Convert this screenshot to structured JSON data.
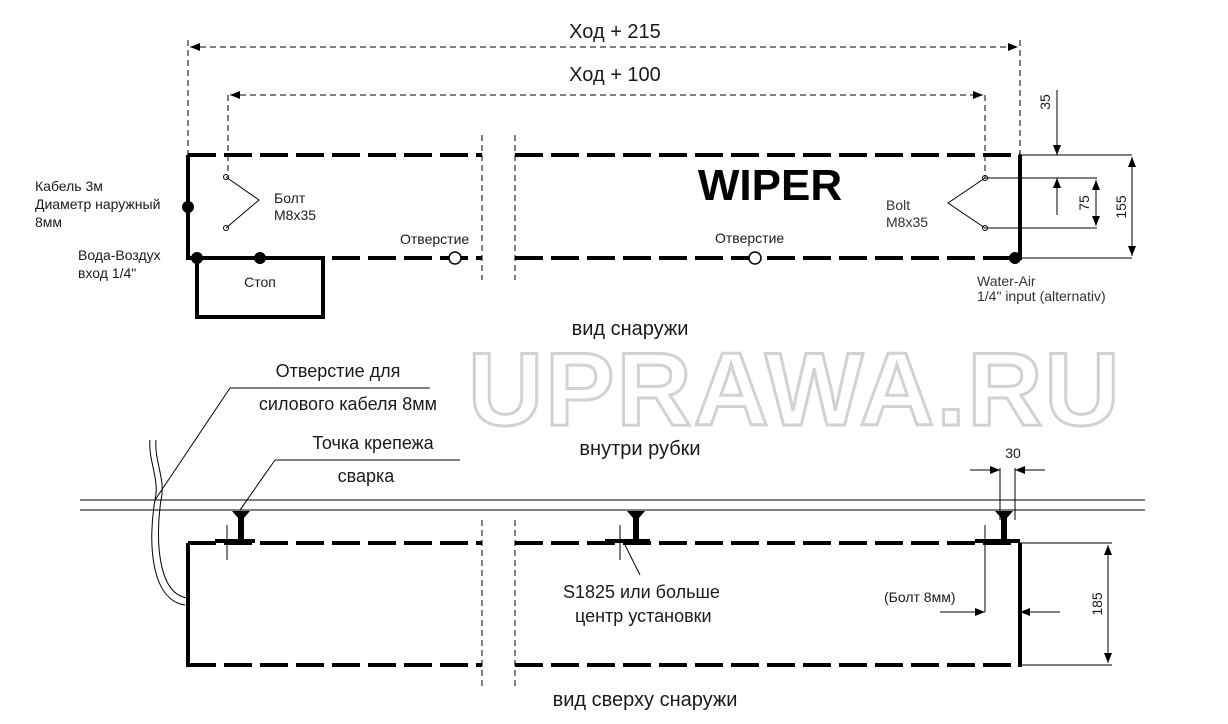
{
  "dimensions": {
    "travel_215": "Ход + 215",
    "travel_100": "Ход + 100",
    "d35": "35",
    "d75": "75",
    "d155": "155",
    "d30": "30",
    "d185": "185"
  },
  "title": "WIPER",
  "watermark": "UPRAWA.RU",
  "side_view": {
    "cable_label": [
      "Кабель 3м",
      "Диаметр наружный",
      "8мм"
    ],
    "water_air_label": [
      "Вода-Воздух",
      "вход 1/4\""
    ],
    "bolt_left": [
      "Болт",
      "M8x35"
    ],
    "bolt_right": [
      "Bolt",
      "M8x35"
    ],
    "stop_label": "Стоп",
    "hole_label_1": "Отверстие",
    "hole_label_2": "Отверстие",
    "water_air_alt": [
      "Water-Air",
      "1/4\" input (alternativ)"
    ],
    "caption": "вид снаружи"
  },
  "top_view": {
    "cable_hole": [
      "Отверстие для",
      "силового кабеля 8мм"
    ],
    "mount_point": [
      "Точка крепежа",
      "сварка"
    ],
    "inside_label": "внутри рубки",
    "center_label": [
      "S1825 или больше",
      "центр установки"
    ],
    "bolt_label": "(Болт 8мм)",
    "caption": "вид сверху снаружи"
  }
}
